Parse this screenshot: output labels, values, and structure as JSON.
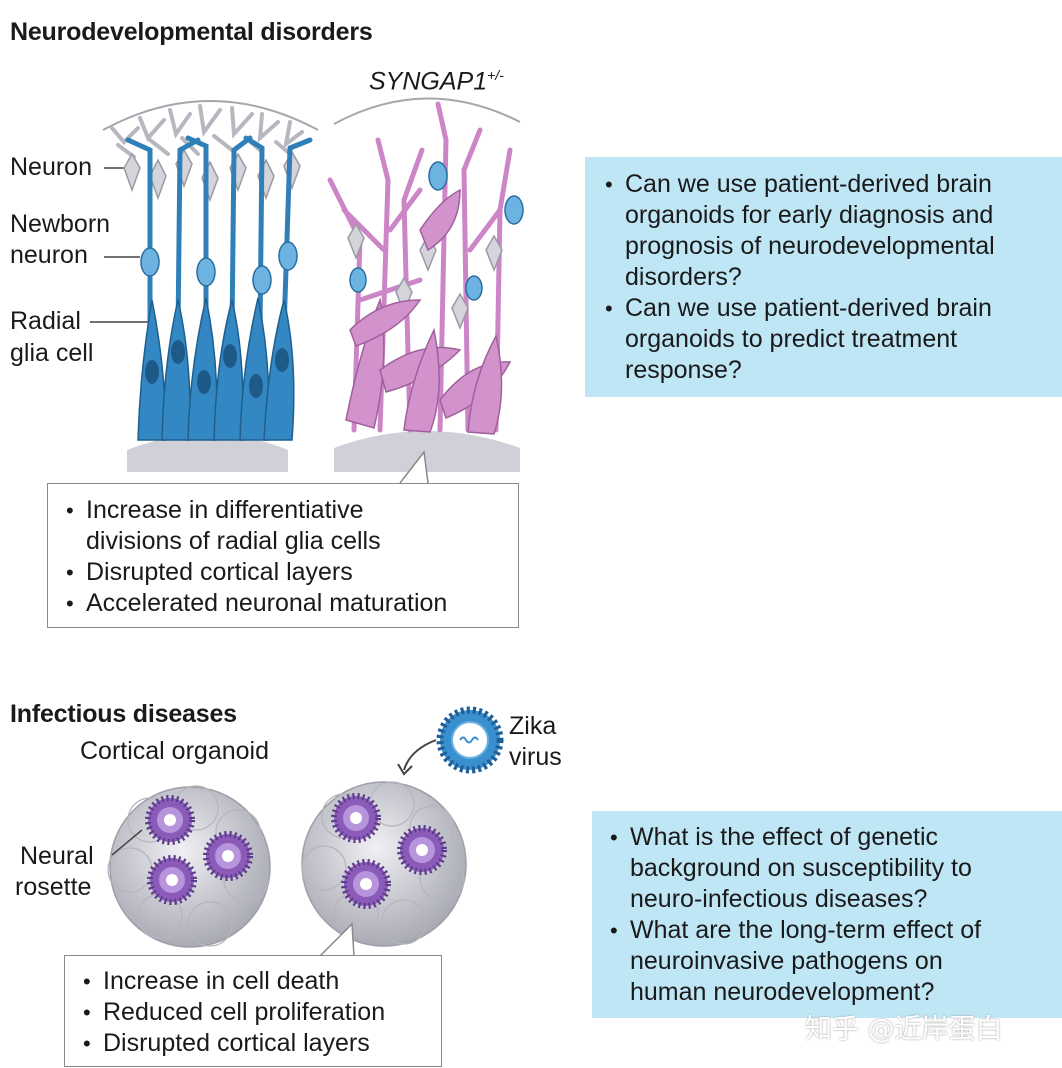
{
  "neuro": {
    "title": "Neurodevelopmental disorders",
    "mutant_label": "SYNGAP1",
    "mutant_sup": "+/-",
    "labels": {
      "neuron": "Neuron",
      "newborn_1": "Newborn",
      "newborn_2": "neuron",
      "radial_1": "Radial",
      "radial_2": "glia cell"
    },
    "findings": [
      "Increase in differentiative",
      "divisions of radial glia cells",
      "Disrupted cortical layers",
      "Accelerated neuronal maturation"
    ],
    "questions": [
      "Can we use patient-derived brain organoids for early diagnosis and prognosis of neurodevelopmental disorders?",
      "Can we use patient-derived brain organoids to predict treatment response?"
    ],
    "question_lines": [
      [
        "Can we use patient-derived brain",
        "organoids for early diagnosis and",
        "prognosis of neurodevelopmental",
        "disorders?"
      ],
      [
        "Can we use patient-derived brain",
        "organoids to predict treatment",
        "response?"
      ]
    ]
  },
  "infect": {
    "title": "Infectious diseases",
    "organoid_label": "Cortical organoid",
    "virus_label_1": "Zika",
    "virus_label_2": "virus",
    "rosette_1": "Neural",
    "rosette_2": "rosette",
    "findings": [
      "Increase in cell death",
      "Reduced cell proliferation",
      "Disrupted cortical layers"
    ],
    "question_lines": [
      [
        "What is the effect of genetic",
        "background on susceptibility to",
        "neuro-infectious diseases?"
      ],
      [
        "What are the long-term effect of",
        "neuroinvasive pathogens on",
        "human neurodevelopment?"
      ]
    ]
  },
  "watermark": "知乎 @近岸蛋白",
  "colors": {
    "question_bg": "#bfe6f5",
    "control_cells": "#2f7fb8",
    "mutant_cells": "#cc86c7",
    "neuron_gray": "#c9c9cf",
    "rosette_purple": "#8a5bb8",
    "virus_blue": "#2f86c6"
  }
}
